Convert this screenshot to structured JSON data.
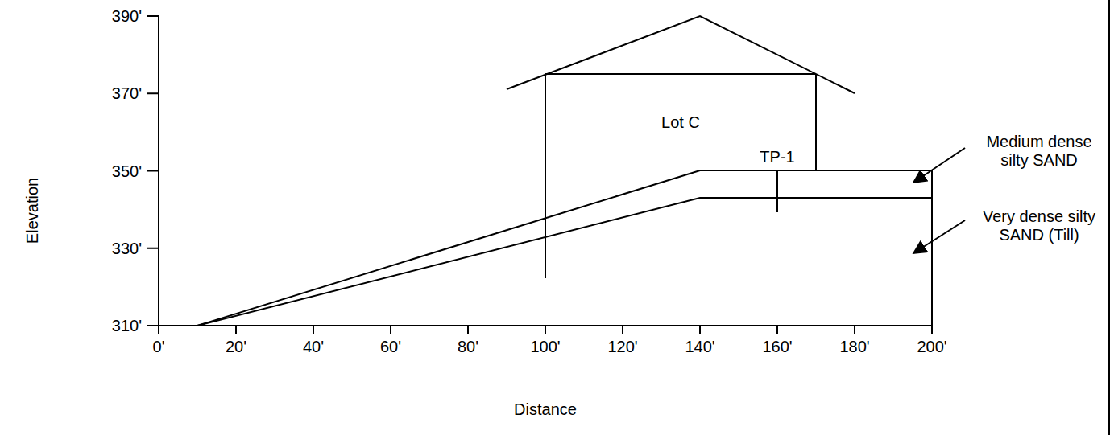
{
  "diagram": {
    "nodes": [
      {
        "text": [
          "Lot C"
        ]
      }
    ],
    "labels": [
      "390'",
      "370'",
      "350'",
      "330'",
      "310'",
      "Elevation",
      "0'",
      "20'",
      "40'",
      "60'",
      "80'",
      "100'",
      "120'",
      "140'",
      "160'",
      "180'",
      "200'",
      "Distance",
      "TP-1",
      "Medium dense silty SAND",
      "Very dense silty SAND (Till)"
    ]
  }
}
